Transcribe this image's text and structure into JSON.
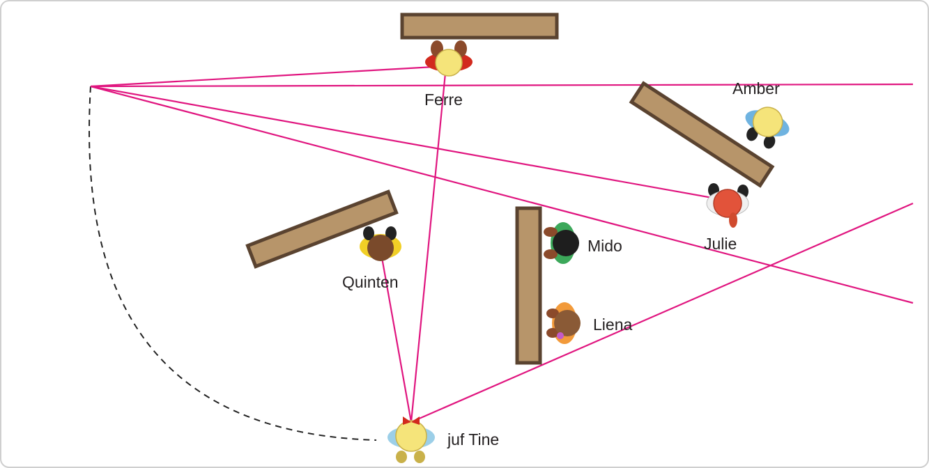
{
  "labels": {
    "ferre": "Ferre",
    "amber": "Amber",
    "julie": "Julie",
    "mido": "Mido",
    "liena": "Liena",
    "quinten": "Quinten",
    "tine": "juf Tine"
  },
  "colors": {
    "sight_line": "#e0157f",
    "desk_fill": "#b7956a",
    "desk_border": "#5a4330",
    "frame_border": "#cfcfcf"
  }
}
